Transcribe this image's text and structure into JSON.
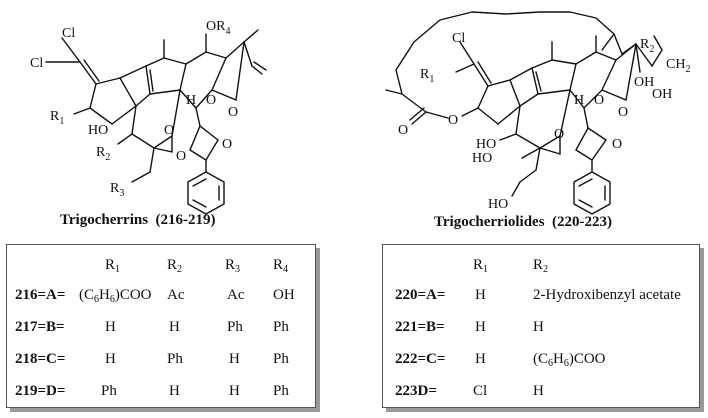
{
  "left": {
    "caption_name": "Trigocherrins",
    "caption_range": "(216-219)",
    "labels": {
      "cl1": "Cl",
      "cl2": "Cl",
      "or4": "OR",
      "or4_sub": "4",
      "r1": "R",
      "r1_sub": "1",
      "ho": "HO",
      "r2": "R",
      "r2_sub": "2",
      "r3": "R",
      "r3_sub": "3",
      "o1": "O",
      "o2": "O",
      "o3": "O",
      "o4": "O",
      "o5": "O",
      "h": "H"
    },
    "table": {
      "headers": [
        {
          "main": "R",
          "sub": "1"
        },
        {
          "main": "R",
          "sub": "2"
        },
        {
          "main": "R",
          "sub": "3"
        },
        {
          "main": "R",
          "sub": "4"
        }
      ],
      "rows": [
        {
          "label": "216=A=",
          "r1": "(C6H6)COO",
          "r2": "Ac",
          "r3": "Ac",
          "r4": "OH"
        },
        {
          "label": "217=B=",
          "r1": "H",
          "r2": "H",
          "r3": "Ph",
          "r4": "Ph"
        },
        {
          "label": "218=C=",
          "r1": "H",
          "r2": "Ph",
          "r3": "H",
          "r4": "Ph"
        },
        {
          "label": "219=D=",
          "r1": "Ph",
          "r2": "H",
          "r3": "H",
          "r4": "Ph"
        }
      ]
    }
  },
  "right": {
    "caption_name": "Trigocherriolides",
    "caption_range": "(220-223)",
    "labels": {
      "cl": "Cl",
      "r1": "R",
      "r1_sub": "1",
      "r2": "R",
      "r2_sub": "2",
      "ch2": "CH",
      "ch2_sub": "2",
      "oh1": "OH",
      "oh2": "OH",
      "ho1": "HO",
      "ho2": "HO",
      "ho3": "HO",
      "o_carbonyl": "O",
      "o_ester": "O",
      "o1": "O",
      "o2": "O",
      "o3": "O",
      "o4": "O",
      "h": "H"
    },
    "table": {
      "headers": [
        {
          "main": "R",
          "sub": "1"
        },
        {
          "main": "R",
          "sub": "2"
        }
      ],
      "rows": [
        {
          "label": "220=A=",
          "r1": "H",
          "r2": "2-Hydroxibenzyl acetate"
        },
        {
          "label": "221=B=",
          "r1": "H",
          "r2": "H"
        },
        {
          "label": "222=C=",
          "r1": "H",
          "r2": "(C6H6)COO"
        },
        {
          "label": "223D=",
          "r1": "Cl",
          "r2": "H"
        }
      ]
    }
  }
}
